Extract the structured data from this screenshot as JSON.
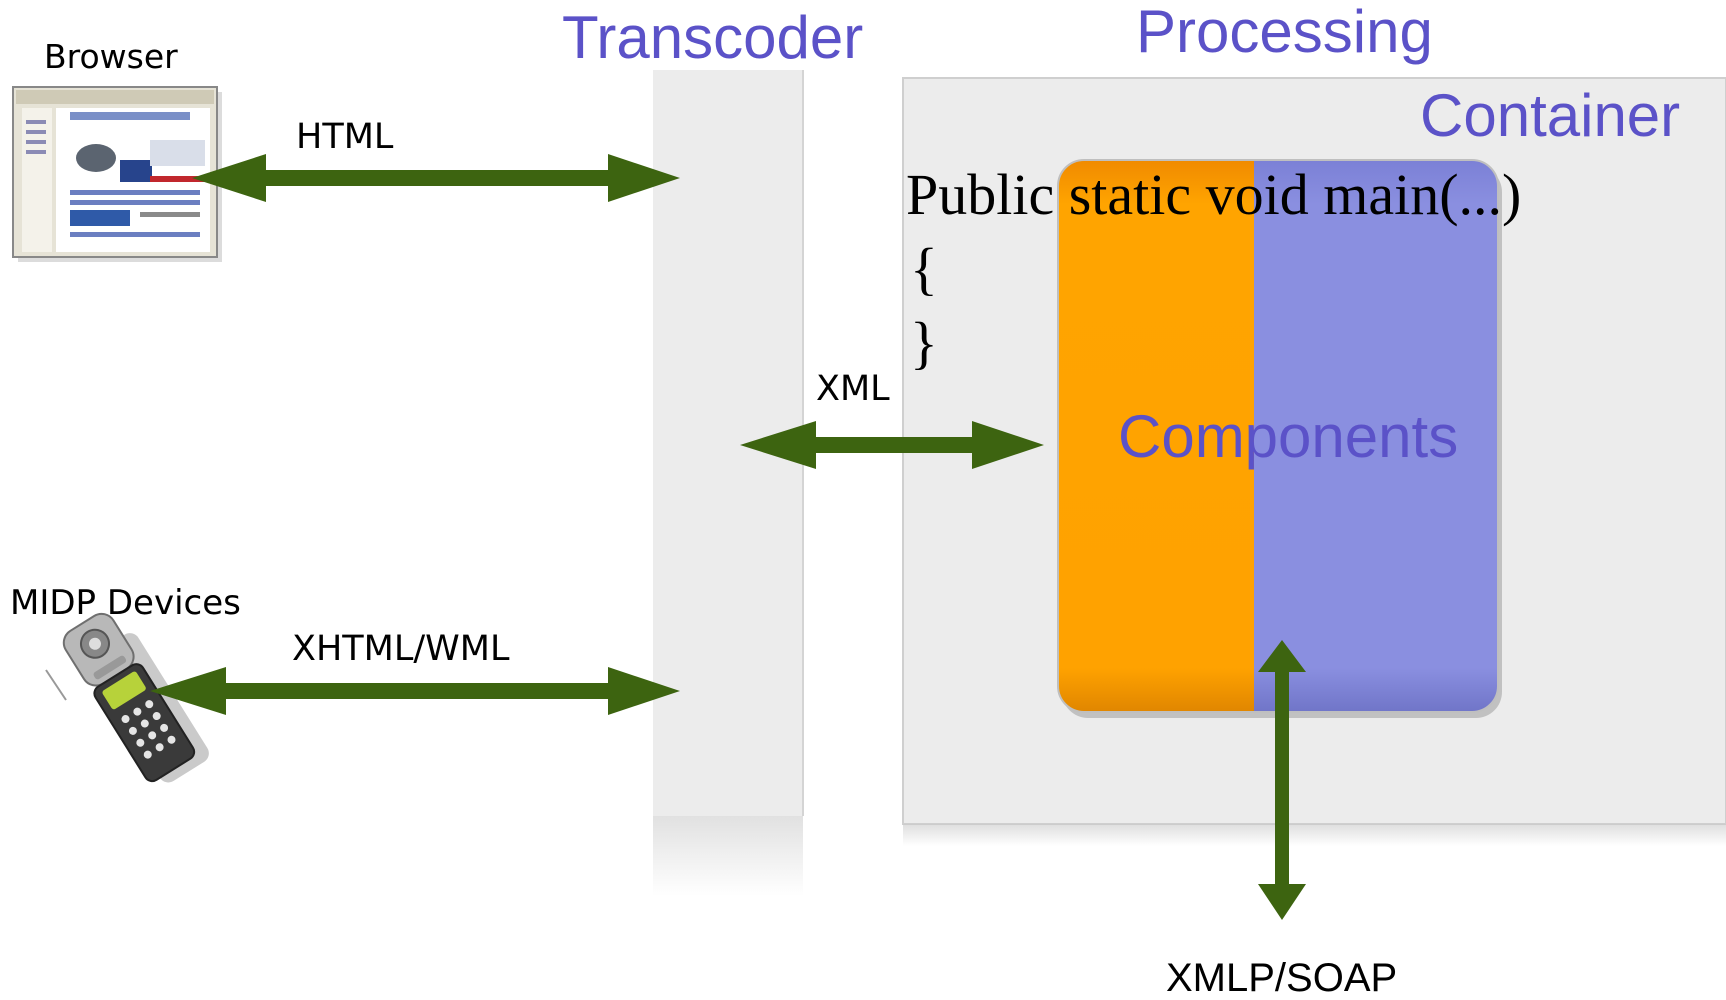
{
  "colors": {
    "heading": "#5b52c8",
    "arrow": "#3d6410",
    "panel": "#ececec",
    "component_left": "#ffa200",
    "component_right": "#8a8fe0"
  },
  "labels": {
    "browser": "Browser",
    "midp_devices": "MIDP Devices",
    "transcoder": "Transcoder",
    "processing": "Processing",
    "container": "Container",
    "components": "Components",
    "code_line1": "Public static void main(...)",
    "code_line2": "{",
    "code_line3": "}",
    "html": "HTML",
    "xml": "XML",
    "xhtml_wml": "XHTML/WML",
    "xmlp_soap": "XMLP/SOAP"
  },
  "icons": {
    "browser": "browser-window-icon",
    "phone": "flip-phone-icon"
  }
}
